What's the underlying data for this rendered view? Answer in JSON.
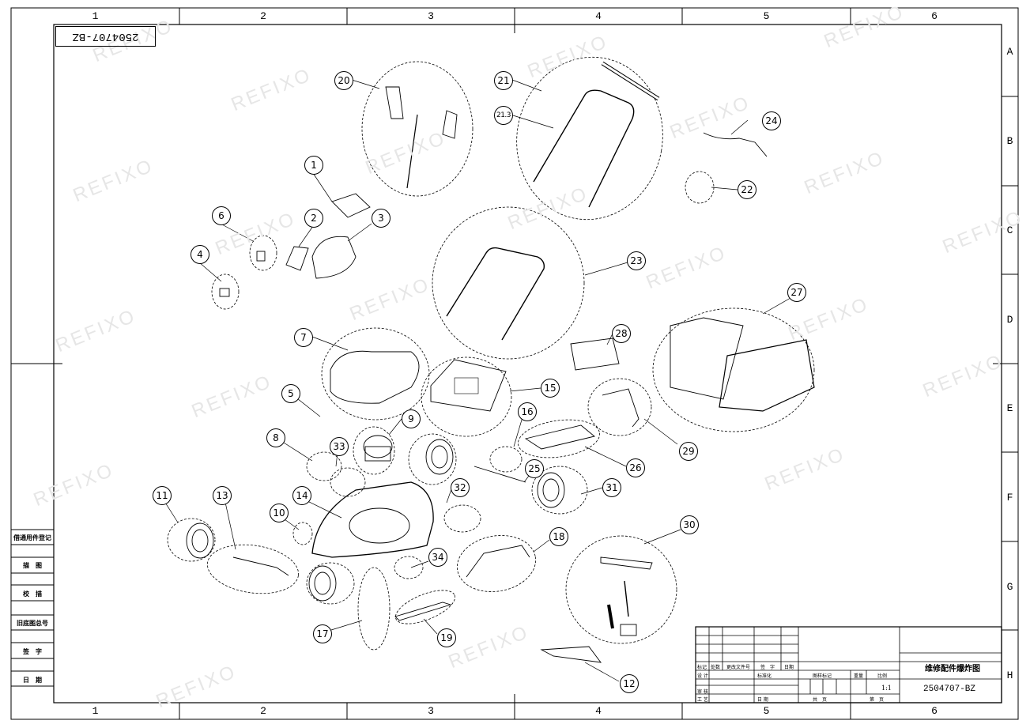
{
  "drawing": {
    "code_rotated": "2504707-BZ",
    "title": "维修配件爆炸图",
    "code": "2504707-BZ",
    "scale": "1:1",
    "watermark": "REFIXO"
  },
  "zones": {
    "columns": [
      "1",
      "2",
      "3",
      "4",
      "5",
      "6"
    ],
    "rows": [
      "A",
      "B",
      "C",
      "D",
      "E",
      "F",
      "G",
      "H"
    ]
  },
  "side_panel": [
    "借通用件登记",
    "描　图",
    "校　描",
    "旧底图总号",
    "签　字",
    "日　期"
  ],
  "title_block": {
    "labels": {
      "mark": "标记",
      "count": "处数",
      "change_doc": "更改文件号",
      "sign": "签　字",
      "date": "日期",
      "design": "设 计",
      "standardize": "标准化",
      "stage_mark": "图样标记",
      "weight": "重量",
      "scale_label": "比例",
      "review": "审 核",
      "process": "工 艺",
      "date2": "日 期",
      "total_pages": "共　页",
      "page": "第　页"
    }
  },
  "callouts": [
    "1",
    "2",
    "3",
    "4",
    "5",
    "6",
    "7",
    "8",
    "9",
    "10",
    "11",
    "12",
    "13",
    "14",
    "15",
    "16",
    "17",
    "18",
    "19",
    "20",
    "21",
    "21.3",
    "22",
    "23",
    "24",
    "25",
    "26",
    "27",
    "28",
    "29",
    "30",
    "31",
    "32",
    "33",
    "34"
  ],
  "colors": {
    "line": "#000000",
    "watermark": "#e6e6e6",
    "paper": "#ffffff"
  }
}
